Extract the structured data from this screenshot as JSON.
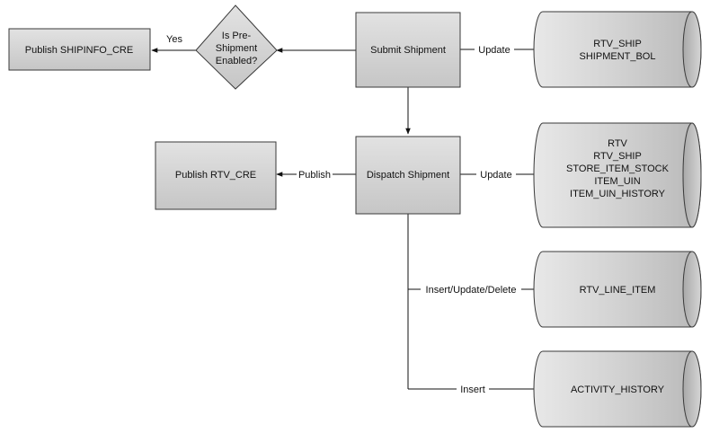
{
  "nodes": {
    "publish_shipinfo": "Publish SHIPINFO_CRE",
    "preshipment_decision": [
      "Is Pre-",
      "Shipment",
      "Enabled?"
    ],
    "submit_shipment": "Submit Shipment",
    "db_rtv_ship": [
      "RTV_SHIP",
      "SHIPMENT_BOL"
    ],
    "publish_rtv": "Publish RTV_CRE",
    "dispatch_shipment": "Dispatch Shipment",
    "db_dispatch": [
      "RTV",
      "RTV_SHIP",
      "STORE_ITEM_STOCK",
      "ITEM_UIN",
      "ITEM_UIN_HISTORY"
    ],
    "db_rtv_line_item": "RTV_LINE_ITEM",
    "db_activity_history": "ACTIVITY_HISTORY"
  },
  "edges": {
    "yes": "Yes",
    "update_submit": "Update",
    "publish": "Publish",
    "update_dispatch": "Update",
    "insert_update_delete": "Insert/Update/Delete",
    "insert": "Insert"
  }
}
